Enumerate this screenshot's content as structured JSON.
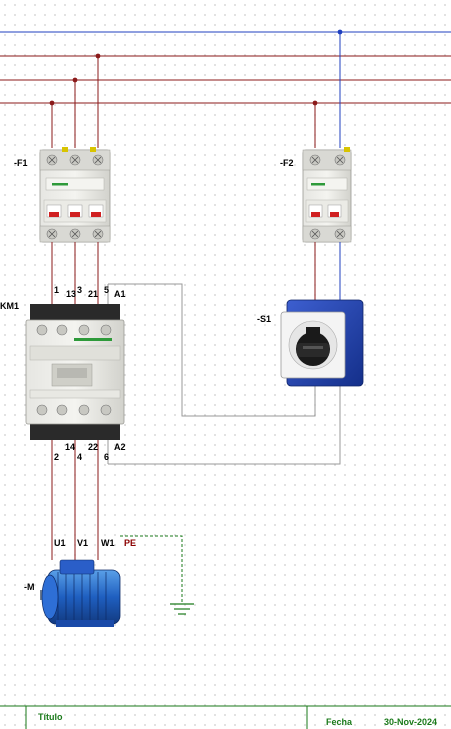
{
  "devices": {
    "breaker_f1": "-F1",
    "breaker_f2": "-F2",
    "contactor": "KM1",
    "selector": "-S1",
    "motor": "-M"
  },
  "terminals": {
    "top": [
      "1",
      "13",
      "3",
      "21",
      "5",
      "A1"
    ],
    "bottom": [
      "2",
      "14",
      "4",
      "22",
      "6",
      "A2"
    ],
    "motor": [
      "U1",
      "V1",
      "W1",
      "PE"
    ]
  },
  "title_block": {
    "title_label": "Título",
    "date_label": "Fecha",
    "date_value": "30-Nov-2024"
  },
  "colors": {
    "phase": "#8b1a1a",
    "neutral": "#1f3fbf",
    "control": "#9a9a9a",
    "earth": "#1a7a1a",
    "title_block": "#1a7a1a"
  }
}
